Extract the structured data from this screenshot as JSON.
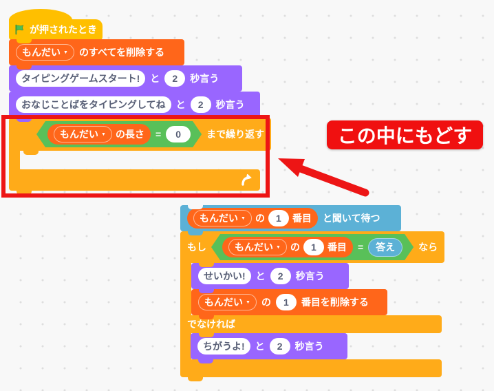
{
  "colors": {
    "events_yellow": "#ffbf00",
    "control_orange": "#ffab19",
    "looks_purple": "#9966ff",
    "sensing_blue": "#5cb1d6",
    "operators_green": "#59c059",
    "list_orange": "#ff661a",
    "input_text": "#575e75",
    "annotation_red": "#ed1515",
    "flag_green": "#4cbf56",
    "background": "#f8f8f8"
  },
  "common": {
    "list_name": "もんだい",
    "caret": "▼",
    "and": "と",
    "seconds": "2",
    "say_suffix": "秒言う",
    "equals": "="
  },
  "script1": {
    "hat_label": "が押されたとき",
    "delete_all_suffix": "のすべてを削除する",
    "say1_message": "タイピングゲームスタート!",
    "say2_message": "おなじことばをタイピングしてね",
    "repeat": {
      "length_suffix": "の長さ",
      "value": "0",
      "suffix": "まで繰り返す"
    }
  },
  "script2": {
    "ask": {
      "of": "の",
      "index": "1",
      "item_suffix": "番目",
      "suffix": "と聞いて待つ"
    },
    "if": {
      "prefix": "もし",
      "of": "の",
      "index": "1",
      "item_suffix": "番目",
      "answer": "答え",
      "suffix": "なら",
      "else_label": "でなければ"
    },
    "say_correct": "せいかい!",
    "delete_item": {
      "of": "の",
      "index": "1",
      "suffix": "番目を削除する"
    },
    "say_wrong": "ちがうよ!"
  },
  "annotation": {
    "label": "この中にもどす"
  }
}
